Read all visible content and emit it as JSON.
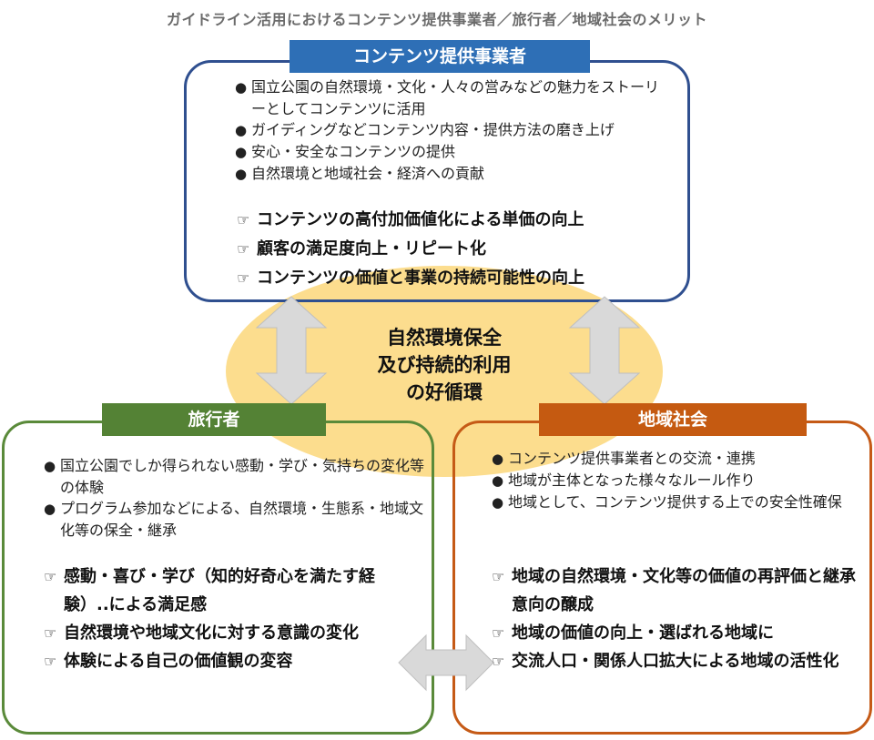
{
  "title": "ガイドライン活用におけるコンテンツ提供事業者／旅行者／地域社会のメリット",
  "center": {
    "lines": [
      "自然環境保全",
      "及び持続的利用",
      "の好循環"
    ]
  },
  "provider": {
    "header": "コンテンツ提供事業者",
    "bullets": [
      "国立公園の自然環境・文化・人々の営みなどの魅力をストーリーとしてコンテンツに活用",
      "ガイディングなどコンテンツ内容・提供方法の磨き上げ",
      "安心・安全なコンテンツの提供",
      "自然環境と地域社会・経済への貢献"
    ],
    "benefits": [
      "コンテンツの高付加価値化による単価の向上",
      "顧客の満足度向上・リピート化",
      "コンテンツの価値と事業の持続可能性の向上"
    ]
  },
  "traveler": {
    "header": "旅行者",
    "bullets": [
      "国立公園でしか得られない感動・学び・気持ちの変化等の体験",
      "プログラム参加などによる、自然環境・生態系・地域文化等の保全・継承"
    ],
    "benefits": [
      "感動・喜び・学び（知的好奇心を満たす経験）..による満足感",
      "自然環境や地域文化に対する意識の変化",
      "体験による自己の価値観の変容"
    ]
  },
  "community": {
    "header": "地域社会",
    "bullets": [
      "コンテンツ提供事業者との交流・連携",
      "地域が主体となった様々なルール作り",
      "地域として、コンテンツ提供する上での安全性確保"
    ],
    "benefits": [
      "地域の自然環境・文化等の価値の再評価と継承意向の醸成",
      "地域の価値の向上・選ばれる地域に",
      "交流人口・関係人口拡大による地域の活性化"
    ]
  },
  "colors": {
    "provider": "#2e6fb6",
    "traveler": "#548235",
    "community": "#c55a11",
    "ellipse": "#fbd77a",
    "arrow": "#d9d9d9"
  }
}
